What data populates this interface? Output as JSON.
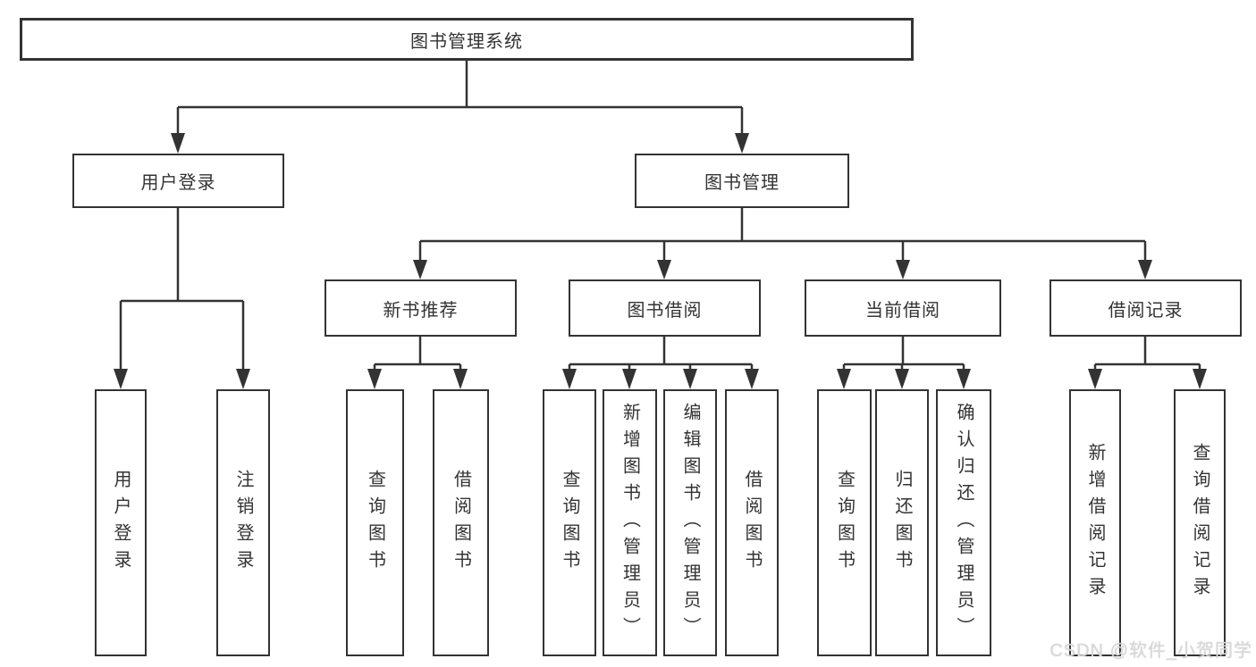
{
  "tree": {
    "root": {
      "label": "图书管理系统",
      "children": [
        {
          "label": "用户登录",
          "children": [
            {
              "label": "用户登录"
            },
            {
              "label": "注销登录"
            }
          ]
        },
        {
          "label": "图书管理",
          "children": [
            {
              "label": "新书推荐",
              "children": [
                {
                  "label": "查询图书"
                },
                {
                  "label": "借阅图书"
                }
              ]
            },
            {
              "label": "图书借阅",
              "children": [
                {
                  "label": "查询图书"
                },
                {
                  "label": "新增图书（管理员）"
                },
                {
                  "label": "编辑图书（管理员）"
                },
                {
                  "label": "借阅图书"
                }
              ]
            },
            {
              "label": "当前借阅",
              "children": [
                {
                  "label": "查询图书"
                },
                {
                  "label": "归还图书"
                },
                {
                  "label": "确认归还（管理员）"
                }
              ]
            },
            {
              "label": "借阅记录",
              "children": [
                {
                  "label": "新增借阅记录"
                },
                {
                  "label": "查询借阅记录"
                }
              ]
            }
          ]
        }
      ]
    }
  },
  "watermark": {
    "text": "CSDN @软件_小贺同学"
  },
  "colors": {
    "line": "#333333",
    "text": "#333333",
    "background": "#ffffff",
    "watermark": "#d9d9d9"
  }
}
